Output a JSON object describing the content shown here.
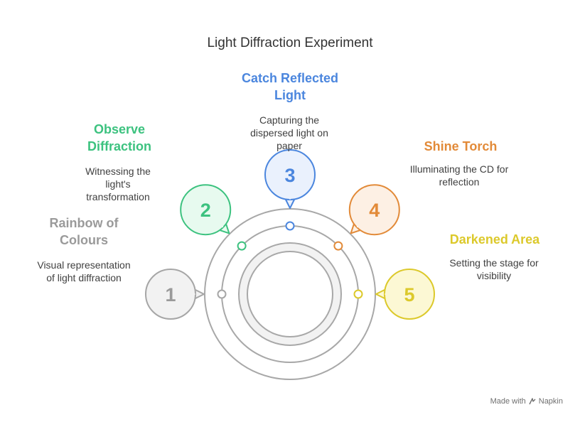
{
  "title": "Light Diffraction Experiment",
  "steps": [
    {
      "number": "1",
      "heading": "Rainbow of Colours",
      "description": "Visual representation of light diffraction",
      "color": "#9a9a9a",
      "fill": "#f2f2f2",
      "stroke": "#a6a6a6"
    },
    {
      "number": "2",
      "heading": "Observe Diffraction",
      "description": "Witnessing the light's transformation",
      "color": "#3cc27f",
      "fill": "#e7faef",
      "stroke": "#3cc27f"
    },
    {
      "number": "3",
      "heading": "Catch Reflected Light",
      "description": "Capturing the dispersed light on paper",
      "color": "#4b86de",
      "fill": "#eaf1fd",
      "stroke": "#4b86de"
    },
    {
      "number": "4",
      "heading": "Shine Torch",
      "description": "Illuminating the CD for reflection",
      "color": "#e28a38",
      "fill": "#fdf0e4",
      "stroke": "#e28a38"
    },
    {
      "number": "5",
      "heading": "Darkened Area",
      "description": "Setting the stage for visibility",
      "color": "#dcc92b",
      "fill": "#fcf8d4",
      "stroke": "#dcc92b"
    }
  ],
  "brand": {
    "prefix": "Made with",
    "name": "Napkin"
  }
}
